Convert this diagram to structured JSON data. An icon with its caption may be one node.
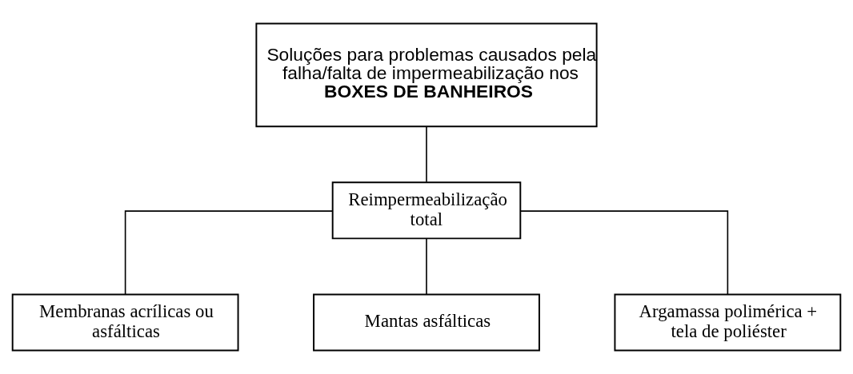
{
  "diagram": {
    "nodes": [
      {
        "text": [
          "Soluções para problemas causados pela falha/falta de impermeabilização nos **BOXES DE BANHEIROS**"
        ]
      },
      {
        "text": [
          "Reimpermeabilização total"
        ]
      },
      {
        "text": [
          "Membranas acrílicas ou asfálticas"
        ]
      },
      {
        "text": [
          "Mantas asfálticas"
        ]
      },
      {
        "text": [
          "Argamassa polimérica + tela de poliéster"
        ]
      }
    ],
    "edges": [
      {
        "from": 0,
        "to": 1,
        "arrow": "none"
      },
      {
        "from": 1,
        "to": 2,
        "arrow": "none"
      },
      {
        "from": 1,
        "to": 3,
        "arrow": "none"
      },
      {
        "from": 1,
        "to": 4,
        "arrow": "none"
      }
    ]
  }
}
